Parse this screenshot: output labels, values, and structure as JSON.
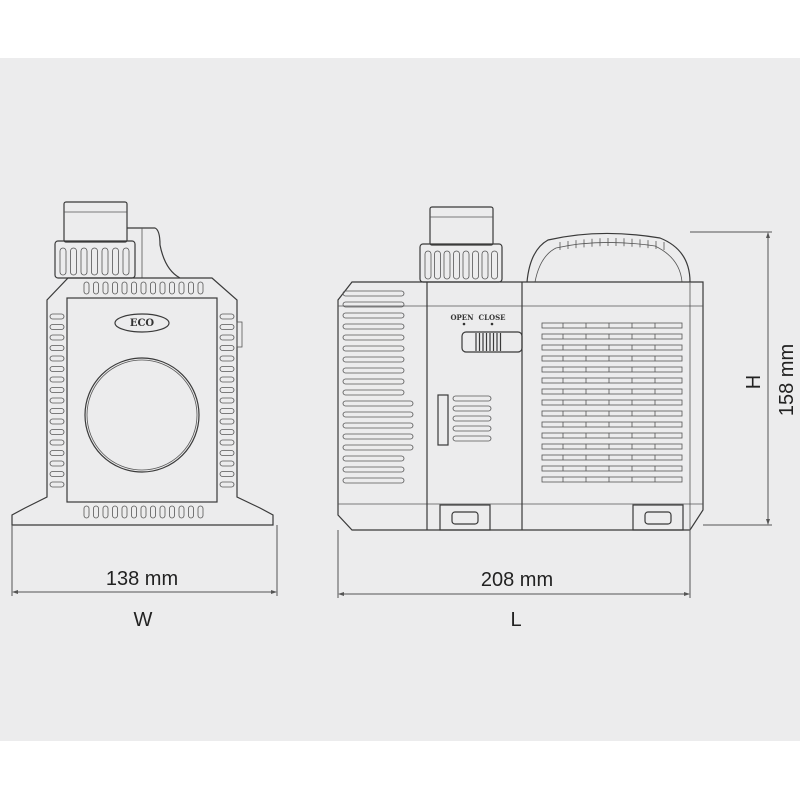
{
  "dimensions": {
    "width": {
      "value": "138 mm",
      "symbol": "W"
    },
    "length": {
      "value": "208 mm",
      "symbol": "L"
    },
    "height": {
      "value": "158 mm",
      "symbol": "H"
    }
  },
  "front_view": {
    "logo": "ECO"
  },
  "side_view": {
    "switch": {
      "open_label": "OPEN",
      "close_label": "CLOSE"
    }
  },
  "colors": {
    "background": "#ececed",
    "line": "#3a3a3a"
  }
}
